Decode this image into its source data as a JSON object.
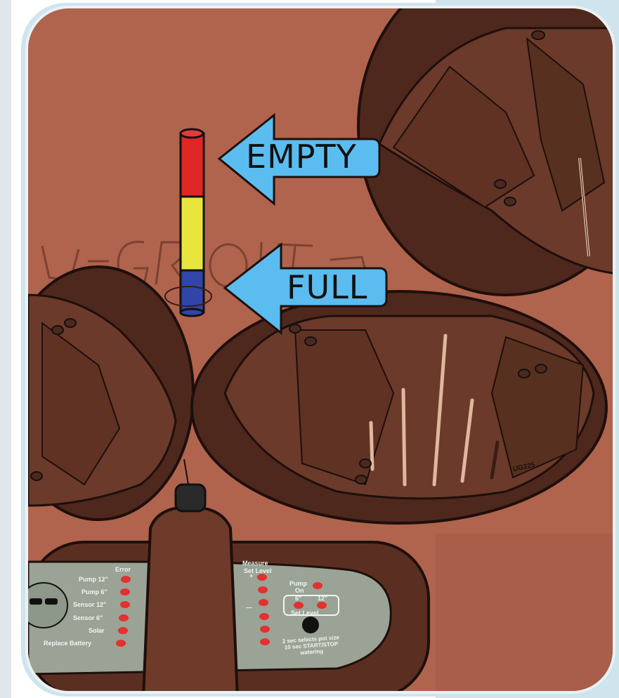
{
  "arrows": {
    "empty": "EMPTY",
    "full": "FULL"
  },
  "logo_text": "U-GRO IT",
  "pot_stamp": "UG225",
  "gauge": {
    "levels": [
      "red",
      "yellow",
      "blue"
    ],
    "colors": {
      "red": "#e02626",
      "yellow": "#e8e63c",
      "blue": "#2f46a8"
    }
  },
  "panel": {
    "error_header": "Error",
    "error_items": [
      "Pump 12\"",
      "Pump 6\"",
      "Sensor 12\"",
      "Sensor 6\"",
      "Solar",
      "Replace Battery"
    ],
    "measure_header_1": "Measure",
    "measure_header_2": "Set Level",
    "measure_plus": "+",
    "measure_minus": "—",
    "pump_label_1": "Pump",
    "pump_label_2": "On",
    "set_6": "6\"",
    "set_12": "12\"",
    "set_level": "Set Level",
    "instructions": "2 sec selects pot size\n10 sec START/STOP\nwatering"
  },
  "colors": {
    "soil": "#b0634d",
    "pot": "#5a2f22",
    "arrow": "#5bbcf0",
    "panel": "#9aa396",
    "frame": "#cfe4ec"
  }
}
